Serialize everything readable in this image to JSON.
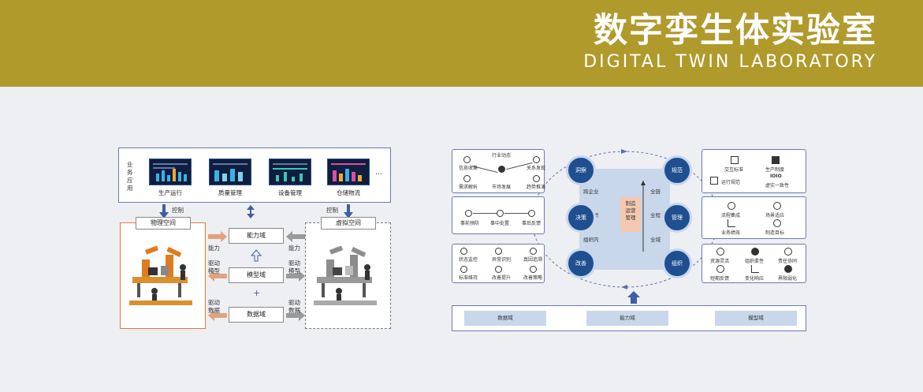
{
  "banner": {
    "title": "数字孪生体实验室",
    "subtitle": "DIGITAL TWIN LABORATORY",
    "bg_color": "#b09a2c"
  },
  "left_diagram": {
    "app_label": "业务应用",
    "apps": [
      "生产运行",
      "质量管理",
      "设备管理",
      "仓储物流"
    ],
    "ellipsis": "…",
    "control_left": "控制",
    "control_right": "控制",
    "physical_space": "物理空间",
    "virtual_space": "虚拟空间",
    "domains": [
      "能力域",
      "模型域",
      "数据域"
    ],
    "left_arrows": [
      "能力",
      "驱动\n模型",
      "驱动\n数据"
    ],
    "right_arrows": [
      "能力",
      "驱动\n模型",
      "驱动\n数据"
    ],
    "plus": "+"
  },
  "right_diagram": {
    "left_panels": [
      {
        "nodes": [
          "信息收集",
          "行业动态",
          "关系发现",
          "需求解析",
          "市场发展",
          "趋势推演"
        ]
      },
      {
        "nodes": [
          "事前预防",
          "事中处置",
          "事后反馈"
        ]
      },
      {
        "nodes": [
          "状态监控",
          "异常识别",
          "真因追溯",
          "标准维持",
          "改善提升",
          "改善策略"
        ]
      }
    ],
    "left_circles": [
      "洞察",
      "决策",
      "改善"
    ],
    "right_circles": [
      "规范",
      "管理",
      "组织"
    ],
    "center_left_labels": [
      "跨企业",
      "跨组织",
      "组织内"
    ],
    "center_right_labels": [
      "全链",
      "全程",
      "全域"
    ],
    "center_box": "制造\n运营\n管理",
    "right_panels": [
      {
        "items": [
          "交互标准",
          "生产制度",
          "运行规范",
          "虚实一致性"
        ]
      },
      {
        "items": [
          "流程集成",
          "场景适应",
          "业务绩效",
          "制造目标"
        ]
      },
      {
        "items": [
          "资源灵活",
          "组织柔性",
          "责任协同",
          "短期反馈",
          "变化响应",
          "界限弱化"
        ]
      }
    ],
    "bottom": [
      "数据域",
      "能力域",
      "模型域"
    ]
  },
  "colors": {
    "circle": "#1f4f8f",
    "center": "#c8d7ea",
    "center_inner": "#f5c9b0",
    "physical_border": "#e07b3c"
  }
}
